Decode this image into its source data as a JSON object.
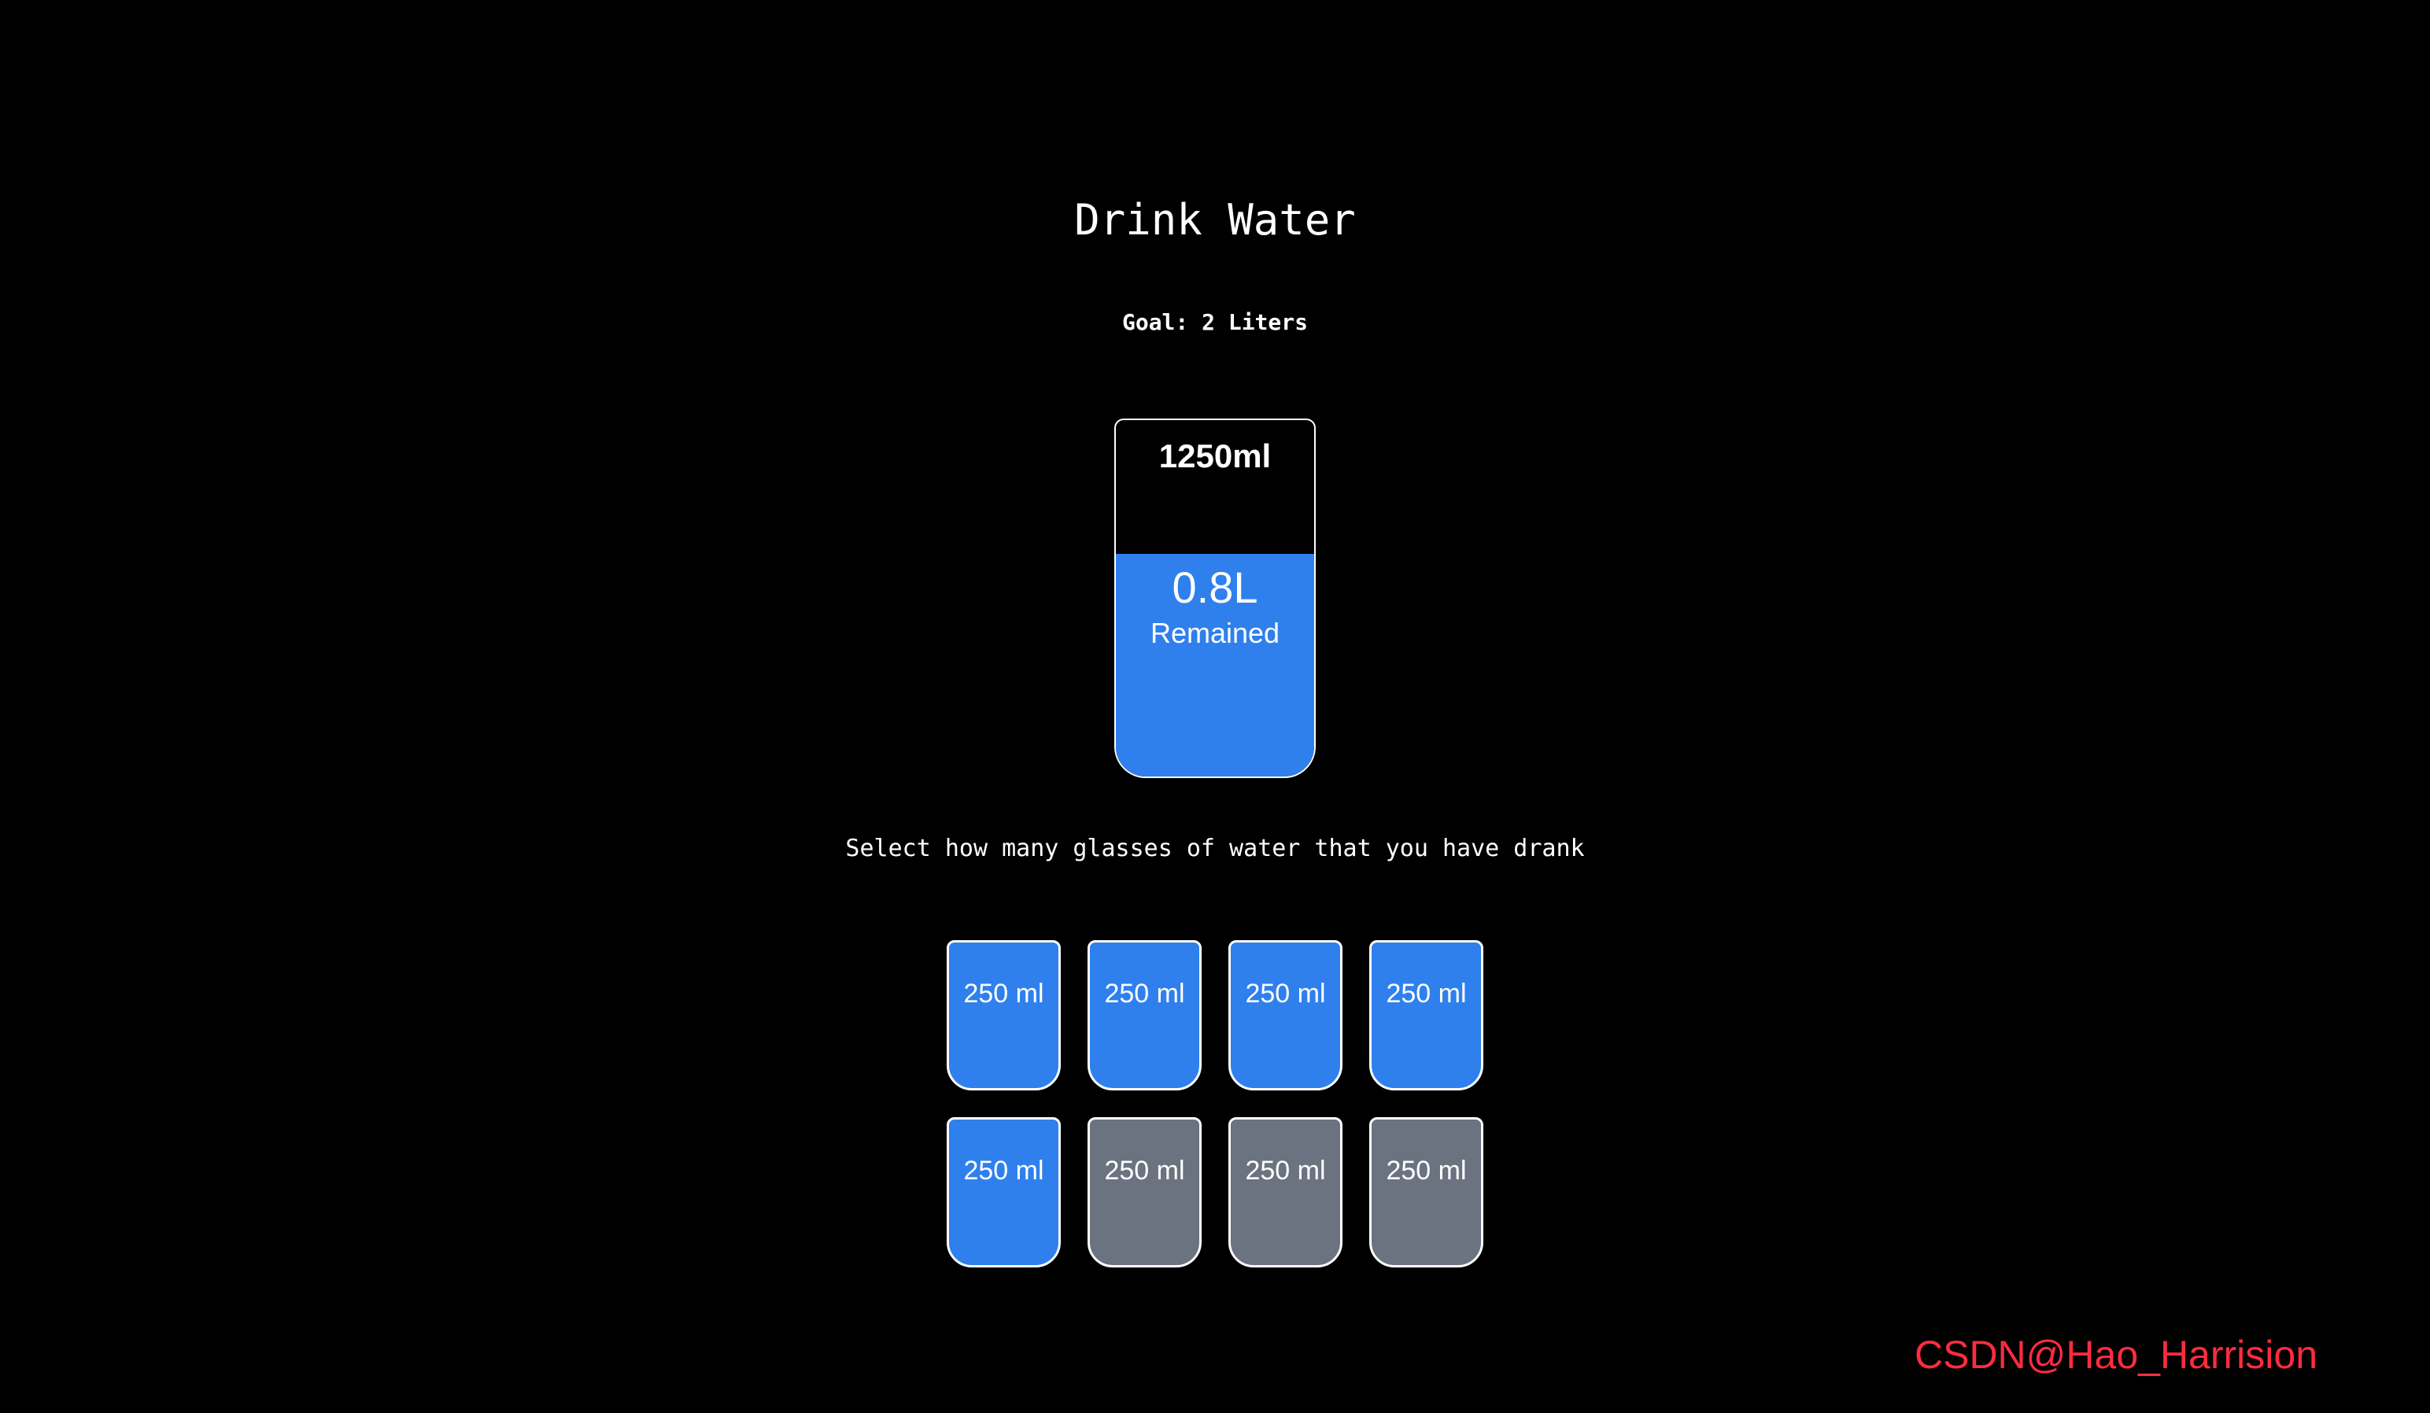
{
  "page": {
    "title": "Drink Water",
    "goal": "Goal: 2 Liters",
    "instruction": "Select how many glasses of water that you have drank",
    "watermark": "CSDN@Hao_Harrision"
  },
  "big_cup": {
    "drank_amount": "1250ml",
    "remained_amount": "0.8L",
    "remained_label": "Remained",
    "fill_percent": 62.5
  },
  "glasses": {
    "items": [
      {
        "label": "250 ml",
        "state": "full"
      },
      {
        "label": "250 ml",
        "state": "full"
      },
      {
        "label": "250 ml",
        "state": "full"
      },
      {
        "label": "250 ml",
        "state": "full"
      },
      {
        "label": "250 ml",
        "state": "full"
      },
      {
        "label": "250 ml",
        "state": "empty"
      },
      {
        "label": "250 ml",
        "state": "empty"
      },
      {
        "label": "250 ml",
        "state": "empty"
      }
    ]
  },
  "colors": {
    "background": "#000000",
    "text": "#ffffff",
    "water_blue": "#2f80ed",
    "empty_gray": "#6b7280",
    "watermark_red": "#fb2c3f"
  }
}
